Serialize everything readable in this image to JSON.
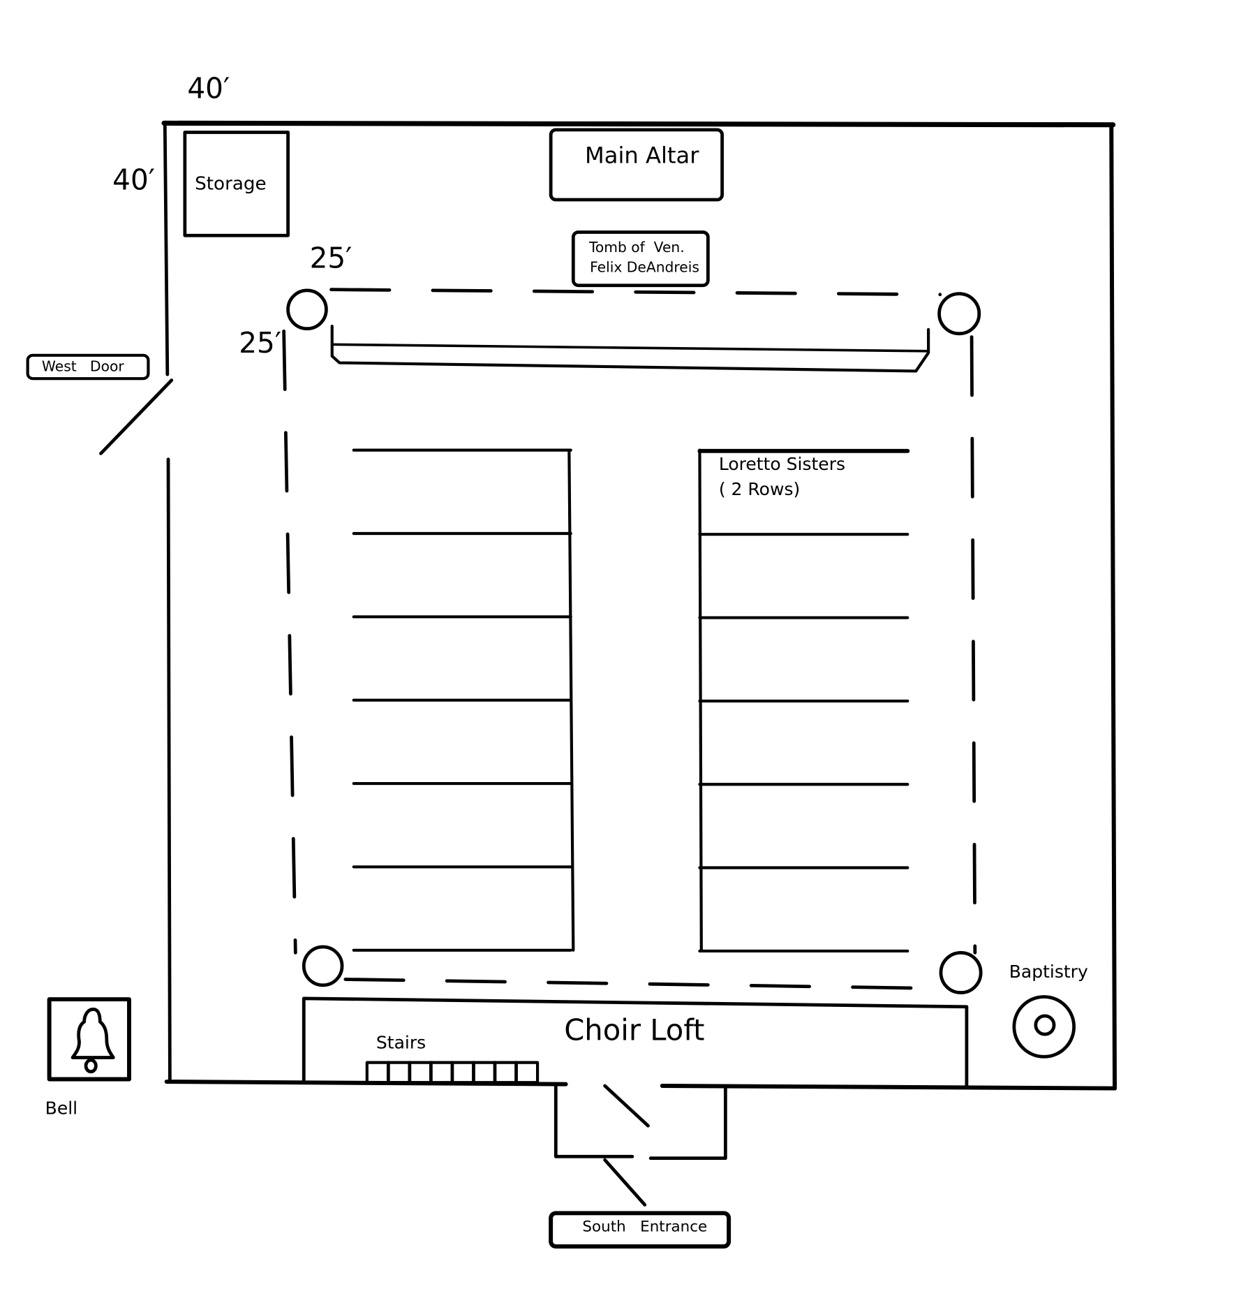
{
  "diagram": {
    "type": "church floor plan sketch",
    "dimensions": {
      "outer_width": "40′",
      "outer_height": "40′",
      "inner_width": "25′",
      "inner_height": "25′"
    },
    "rooms": {
      "storage": "Storage",
      "main_altar": "Main Altar",
      "tomb_line1": "Tomb of  Ven.",
      "tomb_line2": "Felix DeAndreis",
      "choir_loft": "Choir Loft",
      "stairs": "Stairs",
      "baptistry": "Baptistry",
      "bell": "Bell"
    },
    "pews": {
      "left_rows": 7,
      "right_rows": 7,
      "reserved_label_line1": "Loretto Sisters",
      "reserved_label_line2": "( 2 Rows)"
    },
    "doors": {
      "west": "West   Door",
      "south": "South   Entrance"
    },
    "stairs_steps": 8,
    "columns": 4,
    "colors": {
      "ink": "#000000",
      "paper": "#ffffff"
    }
  }
}
